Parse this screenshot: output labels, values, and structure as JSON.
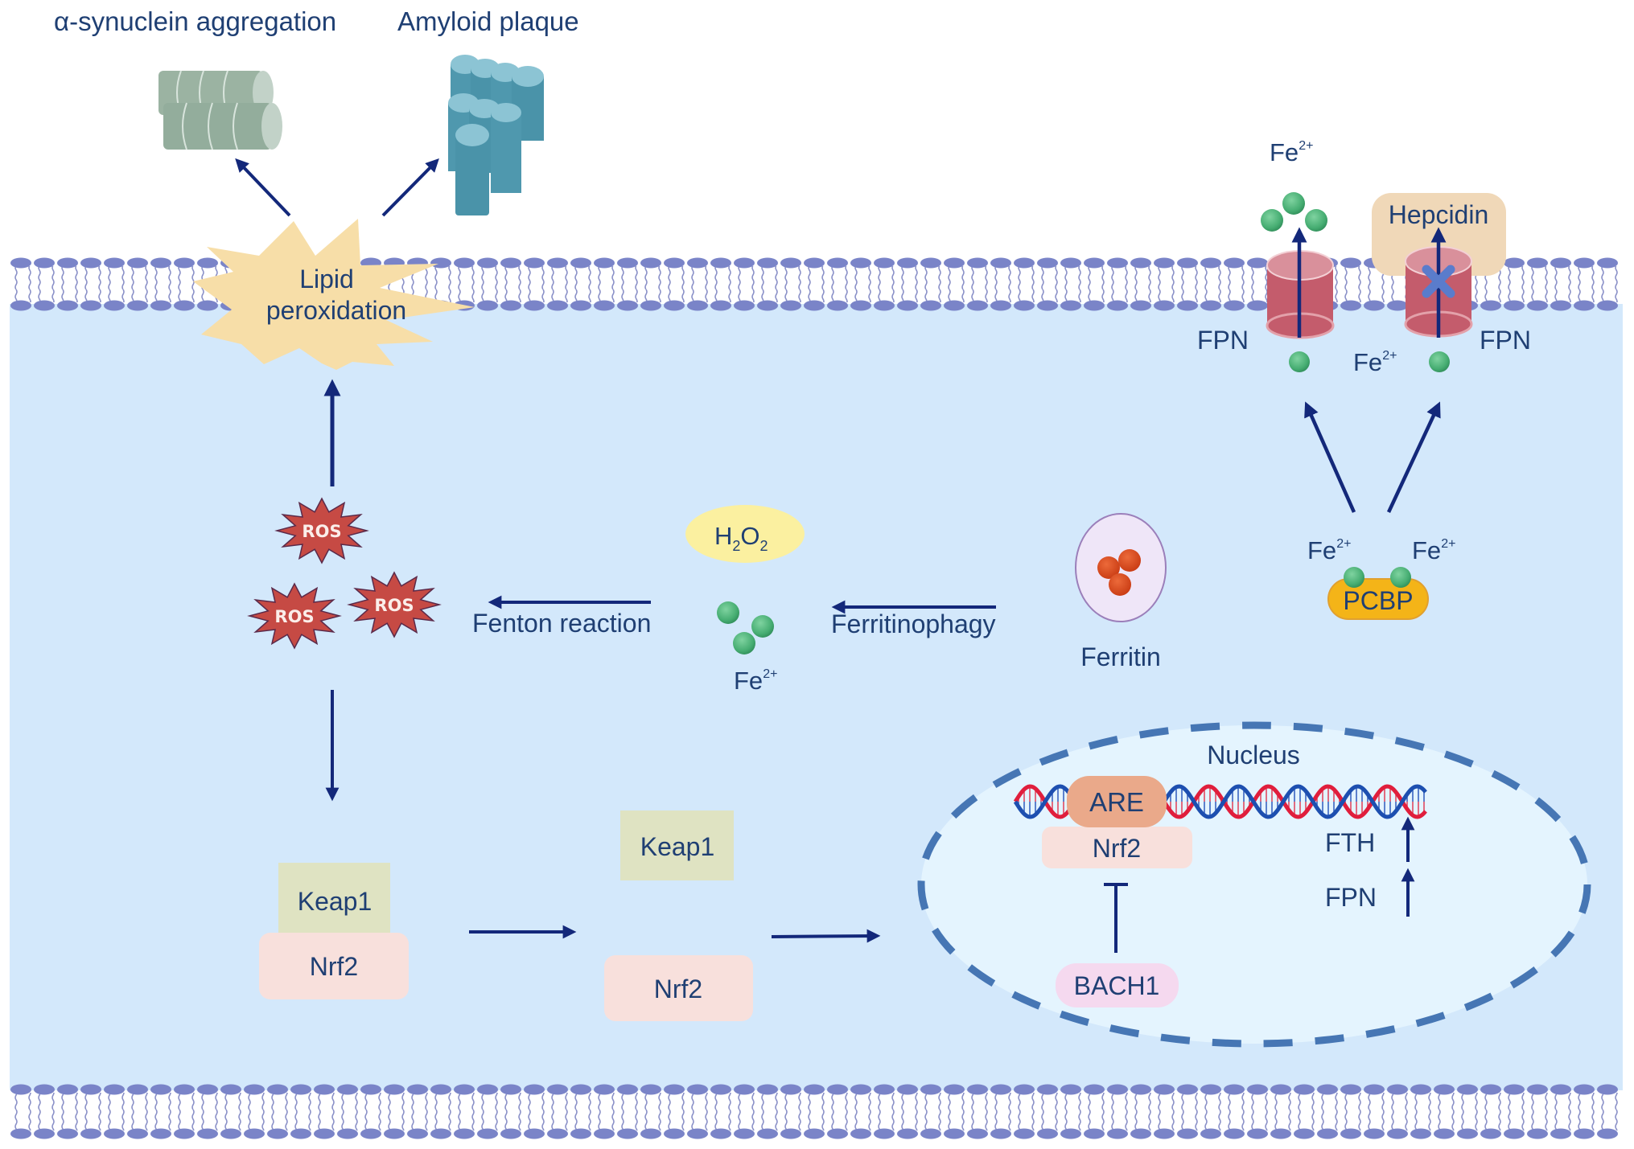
{
  "colors": {
    "text": "#1f3f73",
    "arrow": "#13287a",
    "cytoplasm": "#d3e8fb",
    "nucleus_fill": "#e4f4fe",
    "nucleus_border": "#4676b4",
    "membrane_head": "#7a84c8",
    "lipid_star": "#f7dea8",
    "ros": "#c64a44",
    "iron": "#4db37a",
    "fpn_channel": "#c45c6c",
    "hepcidin": "#f0d8b8",
    "pcbp": "#f4b418",
    "ferritin_shell": "#efe6f8",
    "ferritin_core": "#d8481e",
    "keap1": "#dfe3c2",
    "nrf2": "#f8e0dc",
    "are": "#eaa98a",
    "bach1": "#f5d9ef",
    "h2o2": "#fbf0a0",
    "dna_red": "#e01e3c",
    "dna_blue": "#1d4fb0"
  },
  "outside": {
    "synuclein_label": "α-synuclein aggregation",
    "amyloid_label": "Amyloid plaque",
    "fe_out_label": "Fe",
    "fe_out_charge": "2+",
    "hepcidin_label": "Hepcidin"
  },
  "membrane": {
    "lipid_peroxidation_line1": "Lipid",
    "lipid_peroxidation_line2": "peroxidation",
    "fpn_left_label": "FPN",
    "fpn_right_label": "FPN",
    "fe_mid_label": "Fe",
    "fe_mid_charge": "2+",
    "blocked_symbol": "x-mark"
  },
  "cytoplasm": {
    "ros_labels": [
      "ROS",
      "ROS",
      "ROS"
    ],
    "fenton_label": "Fenton reaction",
    "h2o2": {
      "H": "H",
      "sub1": "2",
      "O": "O",
      "sub2": "2"
    },
    "fe_label": "Fe",
    "fe_charge": "2+",
    "ferritinophagy_label": "Ferritinophagy",
    "ferritin_label": "Ferritin",
    "pcbp_label": "PCBP",
    "pcbp_fe_left": "Fe",
    "pcbp_fe_right": "Fe",
    "pcbp_fe_charge": "2+",
    "keap1_complex": {
      "keap1": "Keap1",
      "nrf2": "Nrf2"
    },
    "keap1_free": "Keap1",
    "nrf2_free": "Nrf2"
  },
  "nucleus": {
    "title": "Nucleus",
    "are_label": "ARE",
    "nrf2_label": "Nrf2",
    "bach1_label": "BACH1",
    "fth_label": "FTH",
    "fpn_label": "FPN"
  }
}
